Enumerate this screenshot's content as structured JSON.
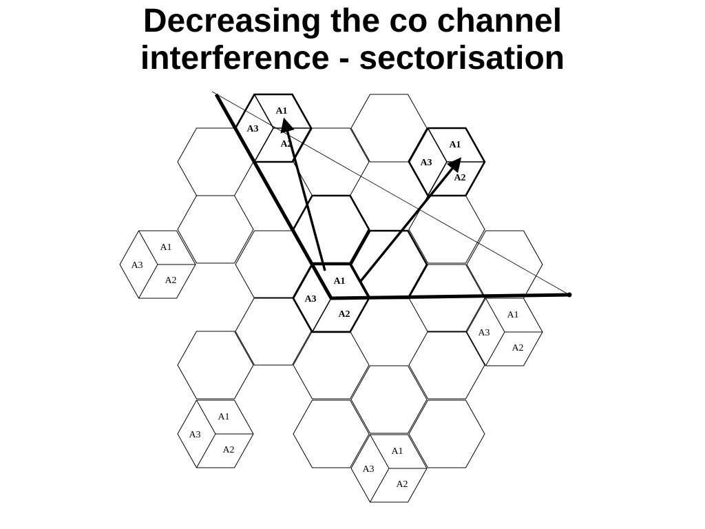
{
  "title": {
    "line1": "Decreasing the co channel",
    "line2": "interference - sectorisation"
  },
  "sector_labels": {
    "a1": "A1",
    "a2": "A2",
    "a3": "A3"
  },
  "colors": {
    "stroke": "#000000",
    "background": "#ffffff"
  }
}
